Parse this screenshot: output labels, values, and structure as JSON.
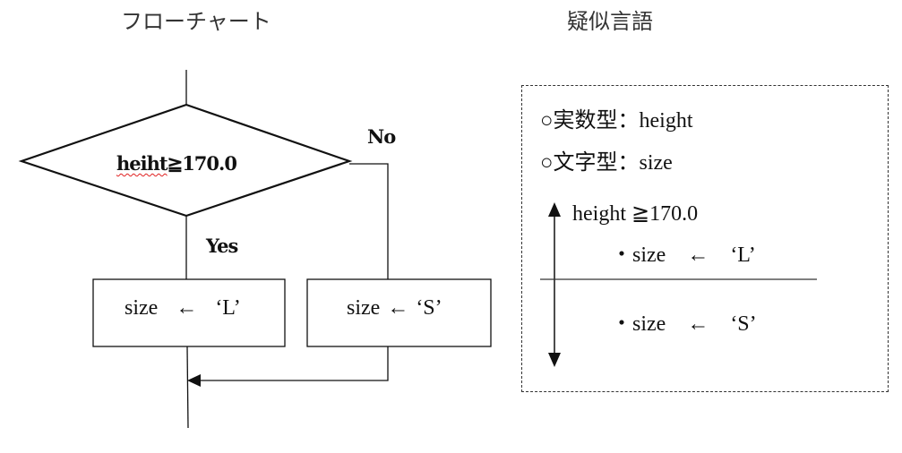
{
  "titles": {
    "flowchart": "フローチャート",
    "pseudocode": "疑似言語"
  },
  "flowchart": {
    "decision": {
      "variable": "heiht",
      "operator": "≧",
      "value": "170.0"
    },
    "yes_label": "Yes",
    "no_label": "No",
    "yes_process": {
      "target": "size",
      "arrow": "←",
      "value": "‘L’"
    },
    "no_process": {
      "target": "size",
      "arrow": "←",
      "value": "‘S’"
    }
  },
  "pseudocode": {
    "declarations": [
      {
        "marker": "○",
        "type": "実数型",
        "separator": "：",
        "name": "height"
      },
      {
        "marker": "○",
        "type": "文字型",
        "separator": "：",
        "name": "size"
      }
    ],
    "condition": "height ≧170.0",
    "true_branch": {
      "bullet": "・",
      "target": "size",
      "arrow": "←",
      "value": "‘L’"
    },
    "false_branch": {
      "bullet": "・",
      "target": "size",
      "arrow": "←",
      "value": "‘S’"
    }
  },
  "colors": {
    "line": "#111111",
    "spellcheck_underline": "#e02020",
    "dashed_border": "#333333"
  }
}
